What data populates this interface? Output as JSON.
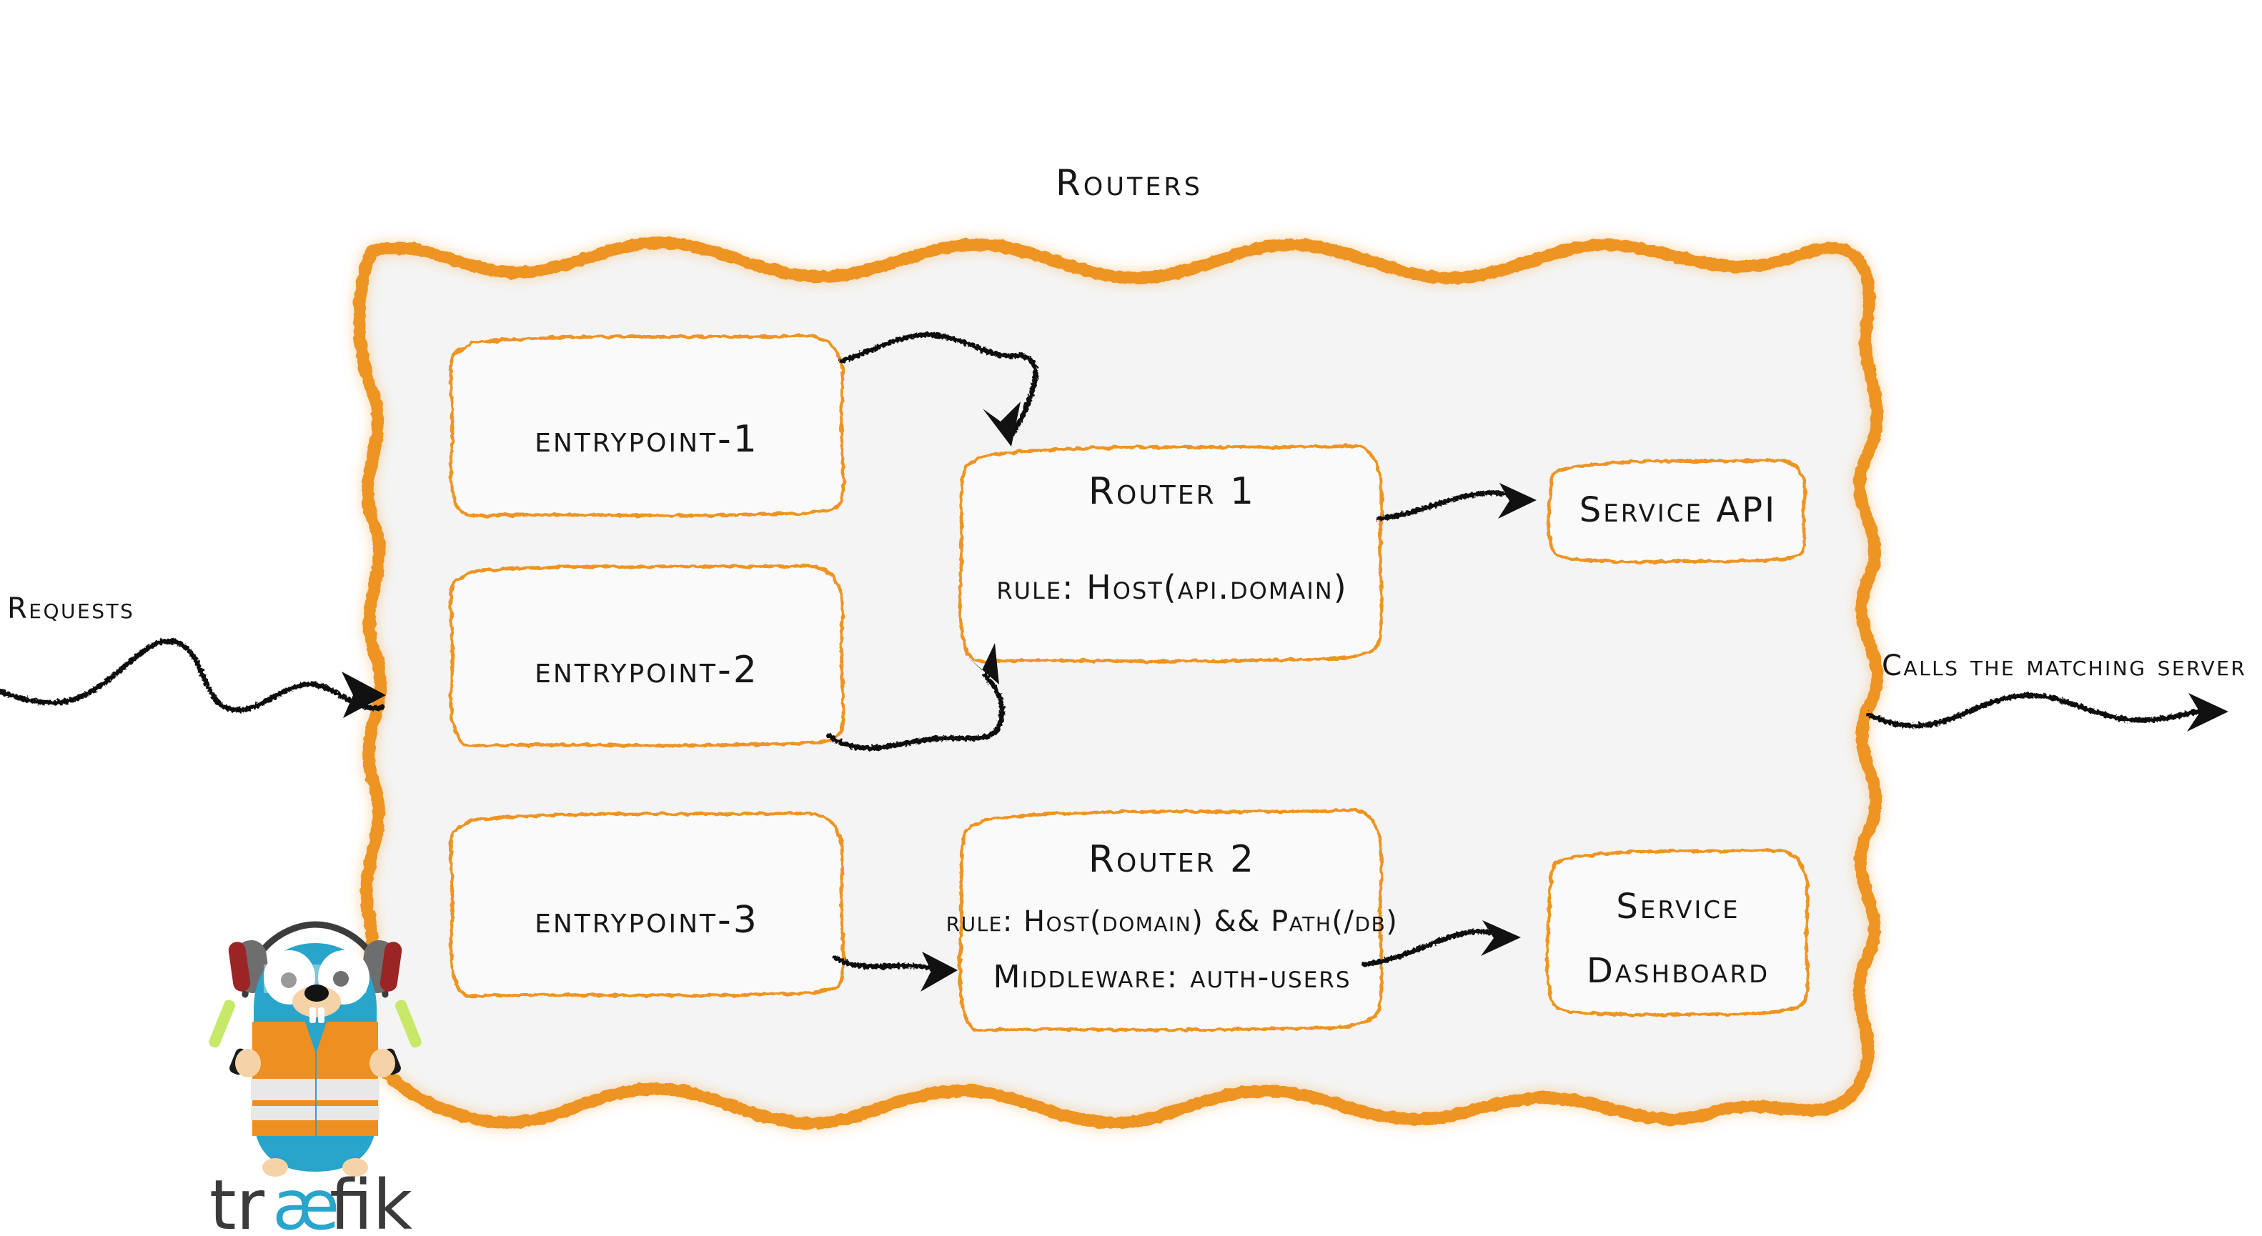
{
  "diagram": {
    "title": "Routers",
    "brand_color": "#ee9423",
    "panel_background": "#f4f4f4",
    "box_background": "#fafafa"
  },
  "side_labels": {
    "left": "Requests",
    "right": "Calls the matching server"
  },
  "entrypoints": [
    {
      "label": "entrypoint-1"
    },
    {
      "label": "entrypoint-2"
    },
    {
      "label": "entrypoint-3"
    }
  ],
  "routers": [
    {
      "name": "Router 1",
      "rule": "rule: Host(api.domain)",
      "middleware": ""
    },
    {
      "name": "Router 2",
      "rule": "rule: Host(domain) && Path(/db)",
      "middleware": "Middleware: auth-users"
    }
  ],
  "services": [
    {
      "line1": "Service API",
      "line2": ""
    },
    {
      "line1": "Service",
      "line2": "Dashboard"
    }
  ],
  "logo": {
    "wordmark_prefix": "tr",
    "wordmark_ligature": "æ",
    "wordmark_suffix": "fik",
    "dark": "#3b3b3b",
    "cyan": "#29a4cb",
    "orange": "#ee8f22"
  }
}
